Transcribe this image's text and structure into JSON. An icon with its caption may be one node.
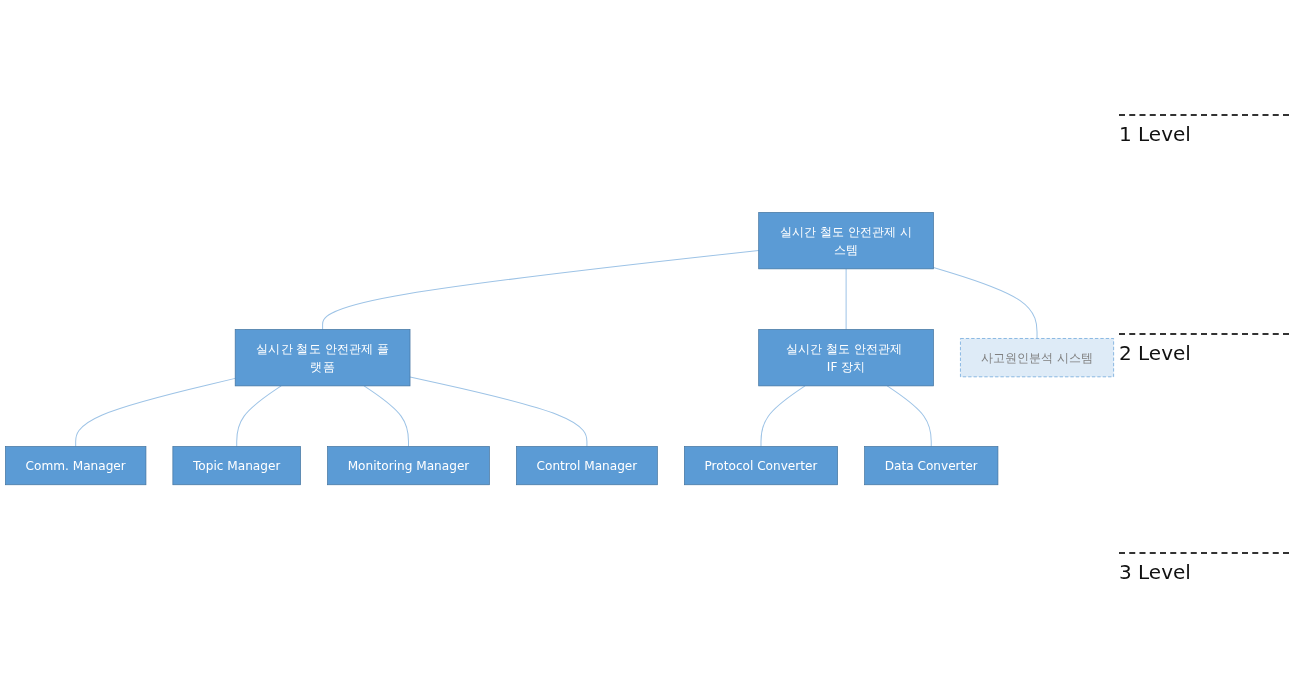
{
  "diagram": {
    "nodes": [
      {
        "text": [
          "실시간 철도 안전관제 시스템"
        ]
      },
      {
        "text": [
          "실시간 철도 안전관제 플랫폼"
        ]
      },
      {
        "text": [
          "실시간 철도 안전관제 IF 장치"
        ]
      },
      {
        "text": [
          "사고원인분석 시스템"
        ]
      },
      {
        "text": [
          "Comm. Manager"
        ]
      },
      {
        "text": [
          "Topic Manager"
        ]
      },
      {
        "text": [
          "Monitoring Manager"
        ]
      },
      {
        "text": [
          "Control Manager"
        ]
      },
      {
        "text": [
          "Protocol Converter"
        ]
      },
      {
        "text": [
          "Data Converter"
        ]
      }
    ],
    "edges": [
      {
        "from": 0,
        "to": 1,
        "arrow": "none"
      },
      {
        "from": 0,
        "to": 2,
        "arrow": "none"
      },
      {
        "from": 0,
        "to": 3,
        "arrow": "none"
      },
      {
        "from": 1,
        "to": 4,
        "arrow": "none"
      },
      {
        "from": 1,
        "to": 5,
        "arrow": "none"
      },
      {
        "from": 1,
        "to": 6,
        "arrow": "none"
      },
      {
        "from": 1,
        "to": 7,
        "arrow": "none"
      },
      {
        "from": 2,
        "to": 8,
        "arrow": "none"
      },
      {
        "from": 2,
        "to": 9,
        "arrow": "none"
      }
    ],
    "labels": [
      "1 Level",
      "2 Level",
      "3 Level"
    ]
  }
}
